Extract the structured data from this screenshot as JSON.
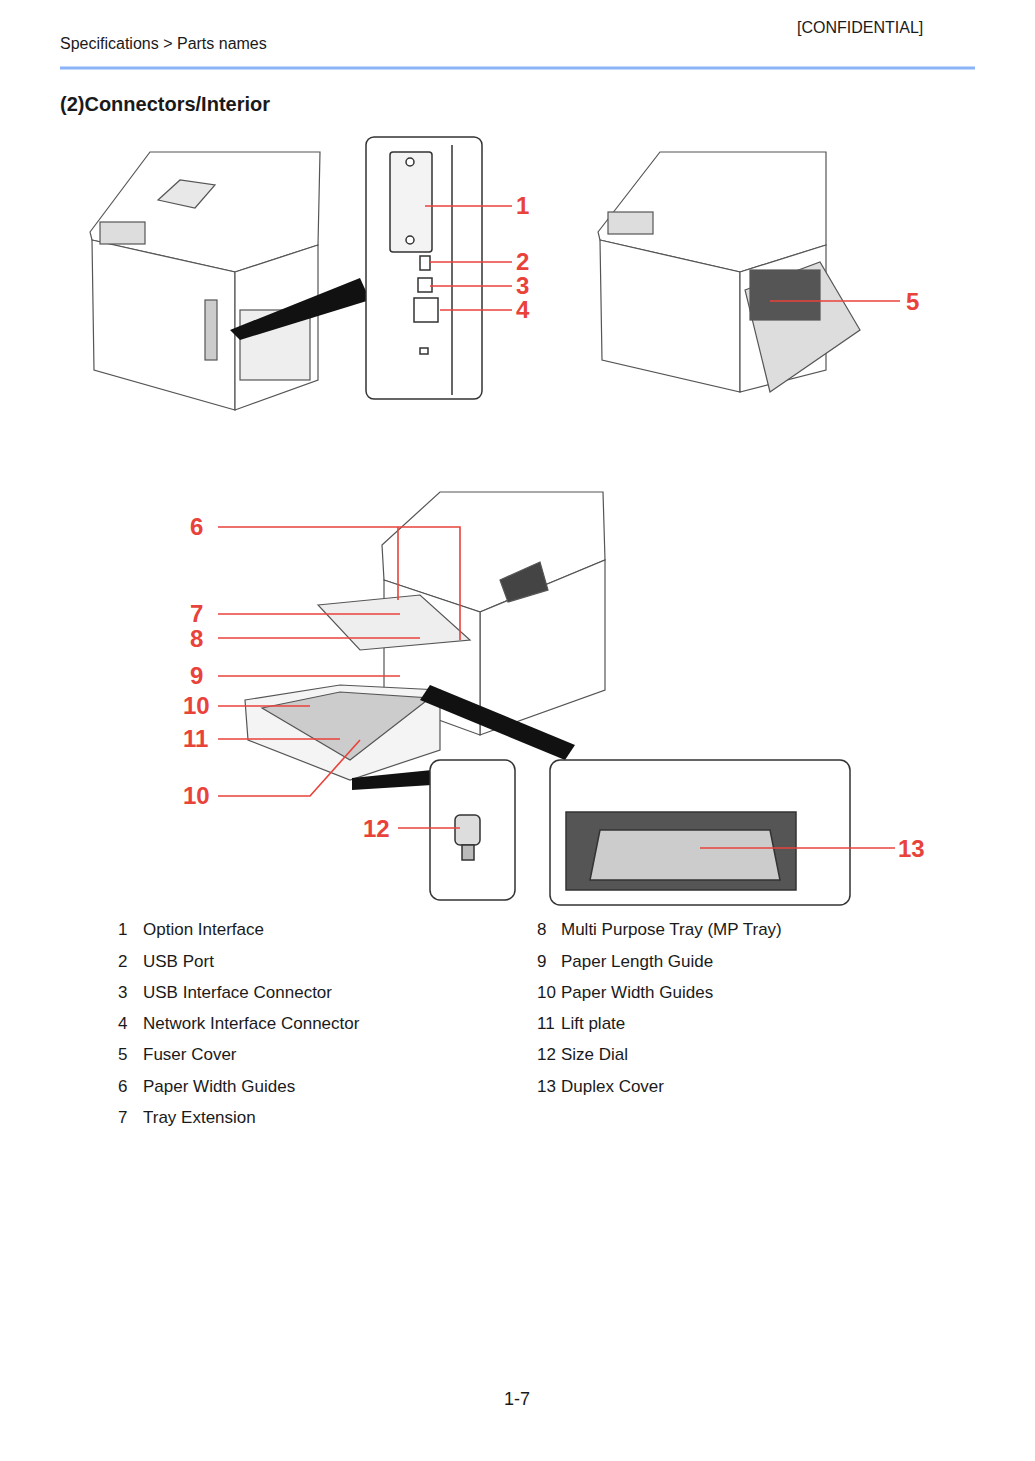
{
  "diagram": {
    "title": "(2)Connectors/Interior",
    "labels": [
      "Specifications > Parts names",
      "[CONFIDENTIAL]",
      "1",
      "2",
      "3",
      "4",
      "5",
      "6",
      "7",
      "8",
      "9",
      "10",
      "11",
      "10",
      "12",
      "13",
      "1",
      "Option Interface",
      "2",
      "USB Port",
      "3",
      "USB Interface Connector",
      "4",
      "Network Interface Connector",
      "5",
      "Fuser Cover",
      "6",
      "Paper Width Guides",
      "7",
      "Tray Extension",
      "8",
      "Multi Purpose Tray (MP Tray)",
      "9",
      "Paper Length Guide",
      "10",
      "Paper Width Guides",
      "11",
      "Lift plate",
      "12",
      "Size Dial",
      "13",
      "Duplex Cover",
      "1-7"
    ]
  }
}
